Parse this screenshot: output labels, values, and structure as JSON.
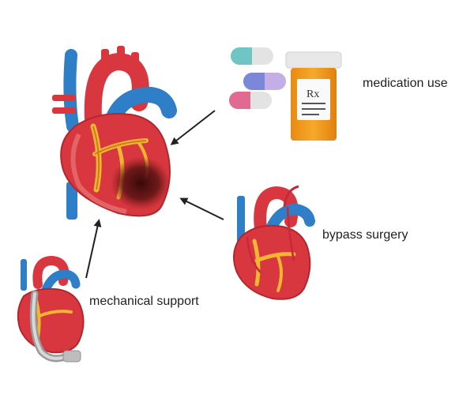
{
  "labels": {
    "medication": "medication use",
    "bypass": "bypass surgery",
    "mechanical": "mechanical support"
  },
  "prescription_symbol": "Rx",
  "colors": {
    "heart_red": "#d9373f",
    "heart_dark_red": "#b3262d",
    "vessel_blue": "#2f7ec8",
    "fat_yellow": "#f2b632",
    "damage_dark": "#4a0d0d",
    "bottle_orange": "#f29a1f",
    "bottle_cap": "#e8e8e8",
    "arrow": "#222222"
  },
  "icons": [
    "damaged-heart-icon",
    "pill-capsules-icon",
    "prescription-bottle-icon",
    "bypass-heart-icon",
    "mechanical-support-heart-icon"
  ]
}
